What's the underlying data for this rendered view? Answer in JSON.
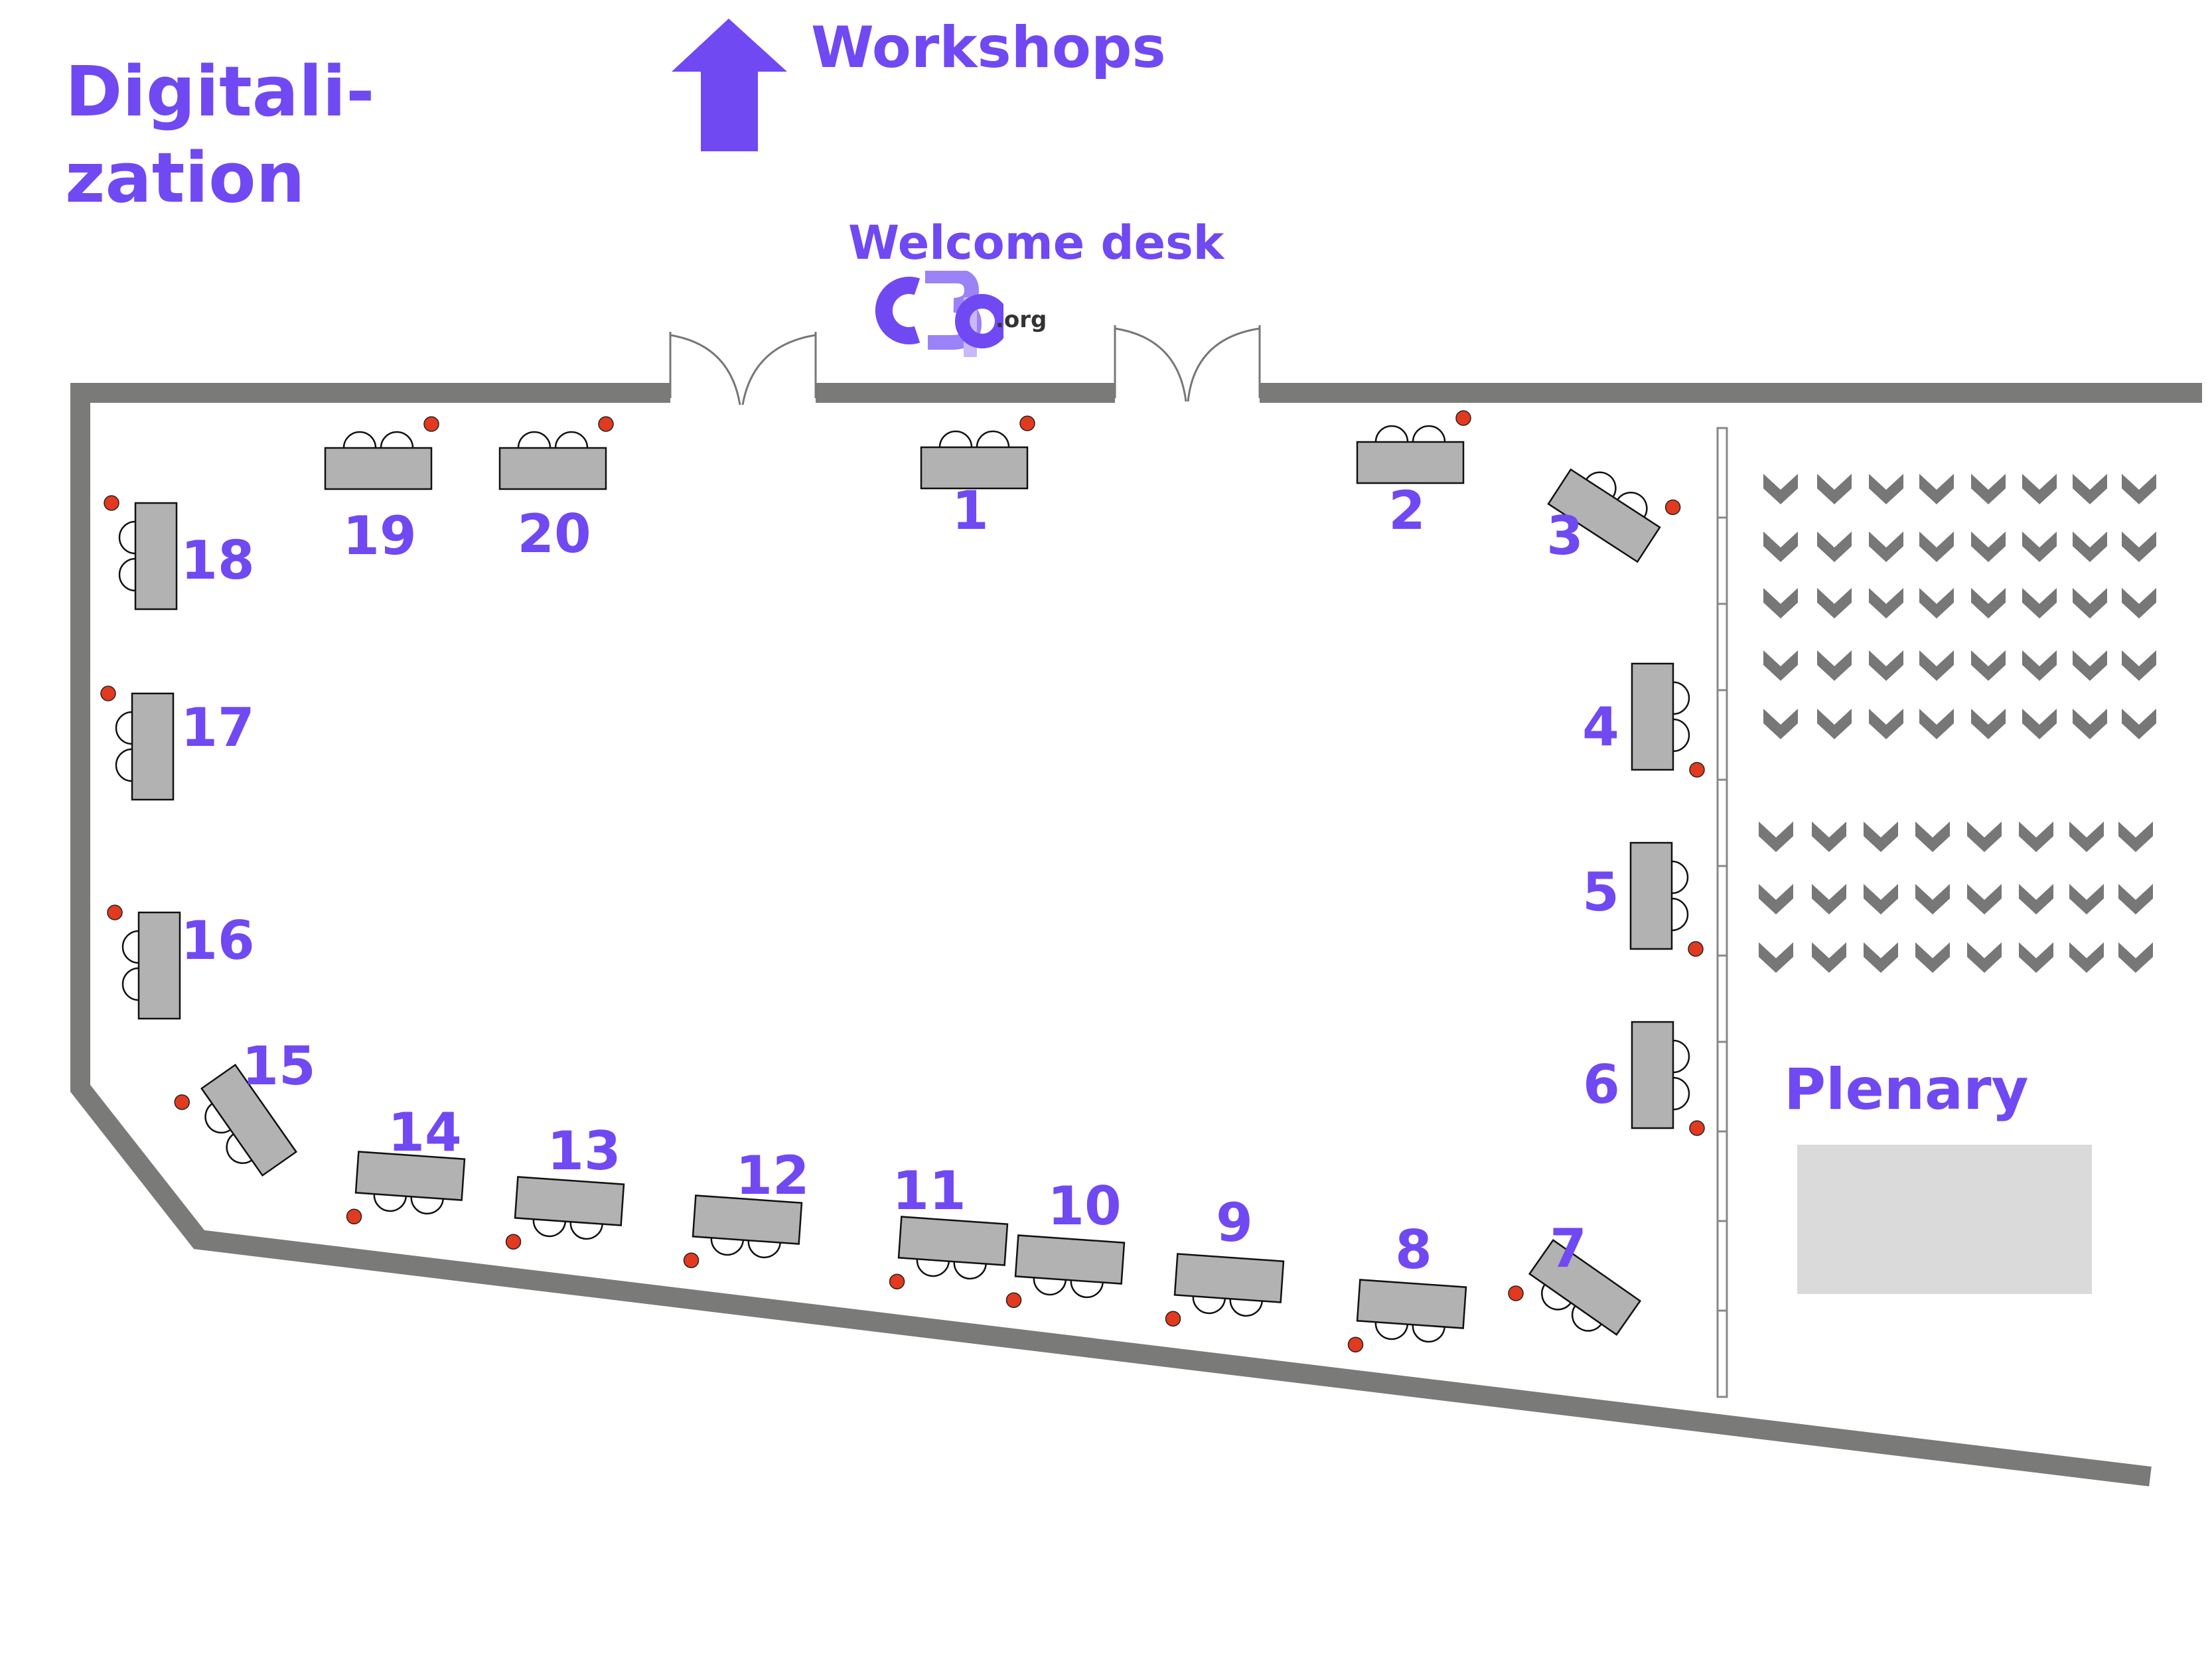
{
  "area": {
    "title_line1": "Digitali-",
    "title_line2": "zation"
  },
  "direction": {
    "label": "Workshops",
    "icon": "arrow-up-icon"
  },
  "welcome": {
    "label": "Welcome desk",
    "logo_text": "c3p",
    "logo_suffix": ".org"
  },
  "plenary": {
    "label": "Plenary"
  },
  "booths": [
    "1",
    "2",
    "3",
    "4",
    "5",
    "6",
    "7",
    "8",
    "9",
    "10",
    "11",
    "12",
    "13",
    "14",
    "15",
    "16",
    "17",
    "18",
    "19",
    "20"
  ],
  "colors": {
    "accent": "#7049f2",
    "wall": "#7a7b79",
    "table": "#b2b2b2",
    "socket": "#e23a1f",
    "seat_chevron": "#777777",
    "stage": "#dadada"
  }
}
